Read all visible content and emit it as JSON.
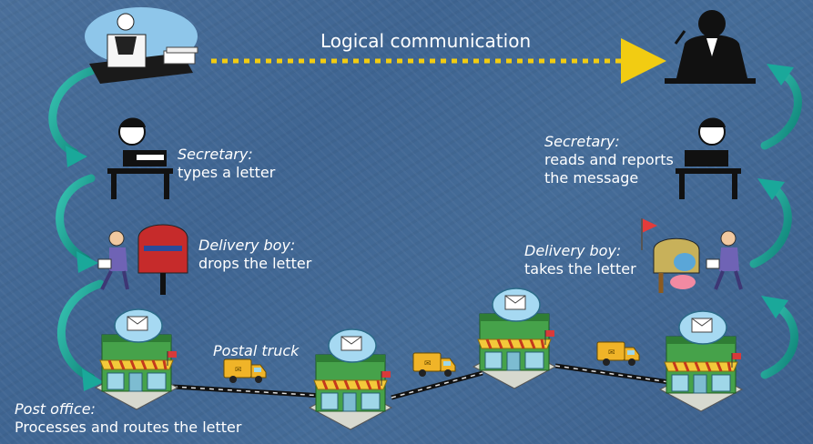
{
  "title": "Logical communication",
  "left": {
    "secretary_role": "Secretary:",
    "secretary_action": "types a letter",
    "delivery_role": "Delivery boy:",
    "delivery_action": "drops the letter"
  },
  "right": {
    "secretary_role": "Secretary:",
    "secretary_action_1": "reads and reports",
    "secretary_action_2": "the message",
    "delivery_role": "Delivery boy:",
    "delivery_action": "takes the letter"
  },
  "truck_label": "Postal truck",
  "post_office_role": "Post office:",
  "post_office_action": "Processes and routes the letter",
  "colors": {
    "arrow": "#1aa89a",
    "dotted_arrow": "#f2cc12",
    "road": "#111111",
    "truck": "#f0b428"
  }
}
